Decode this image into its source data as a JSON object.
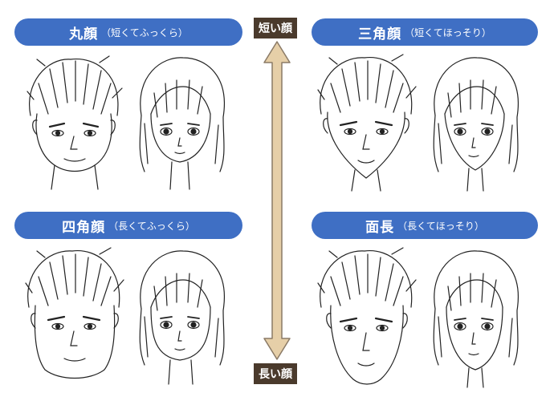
{
  "quadrants": [
    {
      "title": "丸顔",
      "subtitle": "（短くてふっくら）"
    },
    {
      "title": "三角顔",
      "subtitle": "（短くてほっそり）"
    },
    {
      "title": "四角顔",
      "subtitle": "（長くてふっくら）"
    },
    {
      "title": "面長",
      "subtitle": "（長くてほっそり）"
    }
  ],
  "axis": {
    "top_label": "短い顔",
    "bottom_label": "長い顔"
  },
  "colors": {
    "pill": "#3f6fc4",
    "axis_label_bg": "#4a3a2c",
    "arrow_fill": "#e6cfa8",
    "arrow_stroke": "#8a7a66"
  }
}
